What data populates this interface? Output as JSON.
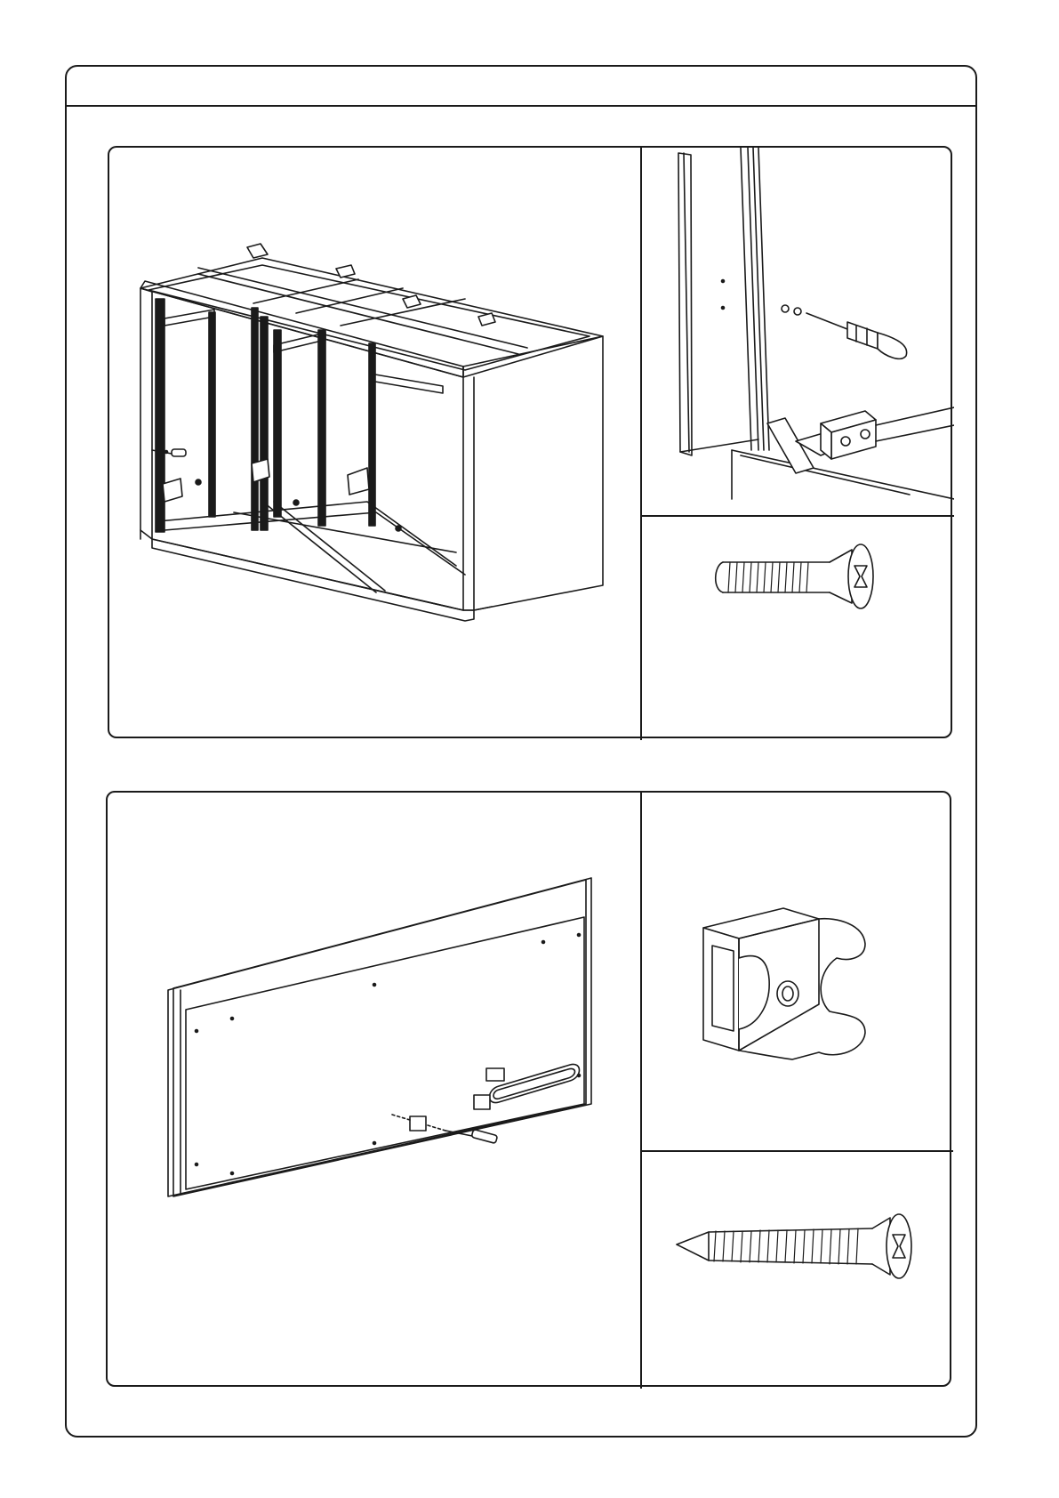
{
  "header": {
    "title": ""
  },
  "steps": [
    {
      "main_view": {
        "icon": "cabinet-frame-assembly-illustration"
      },
      "detail_view": {
        "icon": "screwdriver-detail-illustration"
      },
      "part": {
        "icon": "countersunk-machine-screw-icon"
      }
    },
    {
      "main_view": {
        "icon": "panel-clip-mounting-illustration"
      },
      "part": {
        "icon": "mounting-clip-icon"
      },
      "fastener": {
        "icon": "countersunk-wood-screw-icon"
      }
    }
  ]
}
